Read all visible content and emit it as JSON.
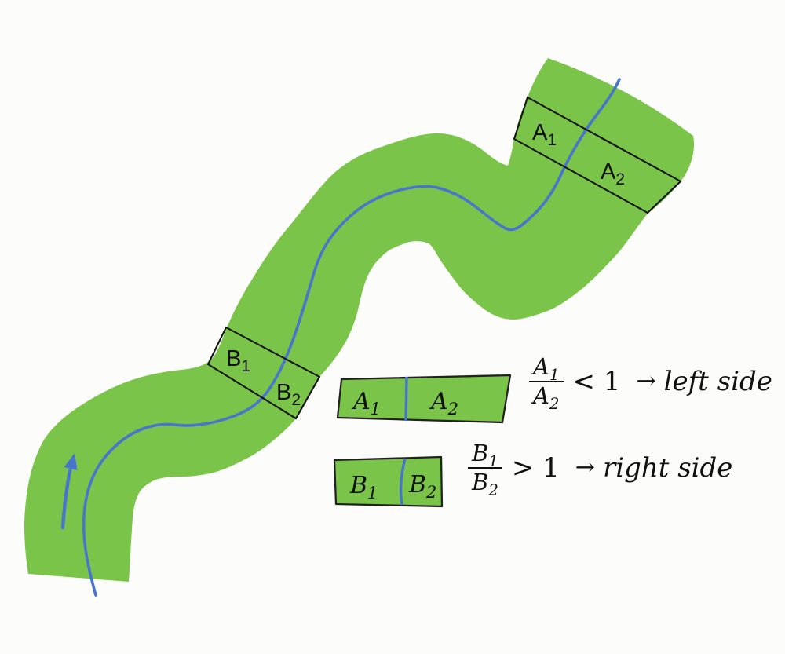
{
  "colors": {
    "river_green": "#7bc44a",
    "centerline_blue": "#4776ca",
    "outline_black": "#141414",
    "background": "#fcfdfa"
  },
  "river_labels": {
    "a1": {
      "base": "A",
      "sub": "1"
    },
    "a2": {
      "base": "A",
      "sub": "2"
    },
    "b1": {
      "base": "B",
      "sub": "1"
    },
    "b2": {
      "base": "B",
      "sub": "2"
    }
  },
  "legend": {
    "a_shape": {
      "left": {
        "base": "A",
        "sub": "1"
      },
      "right": {
        "base": "A",
        "sub": "2"
      }
    },
    "b_shape": {
      "left": {
        "base": "B",
        "sub": "1"
      },
      "right": {
        "base": "B",
        "sub": "2"
      }
    }
  },
  "formulas": {
    "a": {
      "num": {
        "base": "A",
        "sub": "1"
      },
      "den": {
        "base": "A",
        "sub": "2"
      },
      "relation": "< 1",
      "arrow": "→",
      "conclusion": "left side"
    },
    "b": {
      "num": {
        "base": "B",
        "sub": "1"
      },
      "den": {
        "base": "B",
        "sub": "2"
      },
      "relation": "> 1",
      "arrow": "→",
      "conclusion": "right side"
    }
  }
}
